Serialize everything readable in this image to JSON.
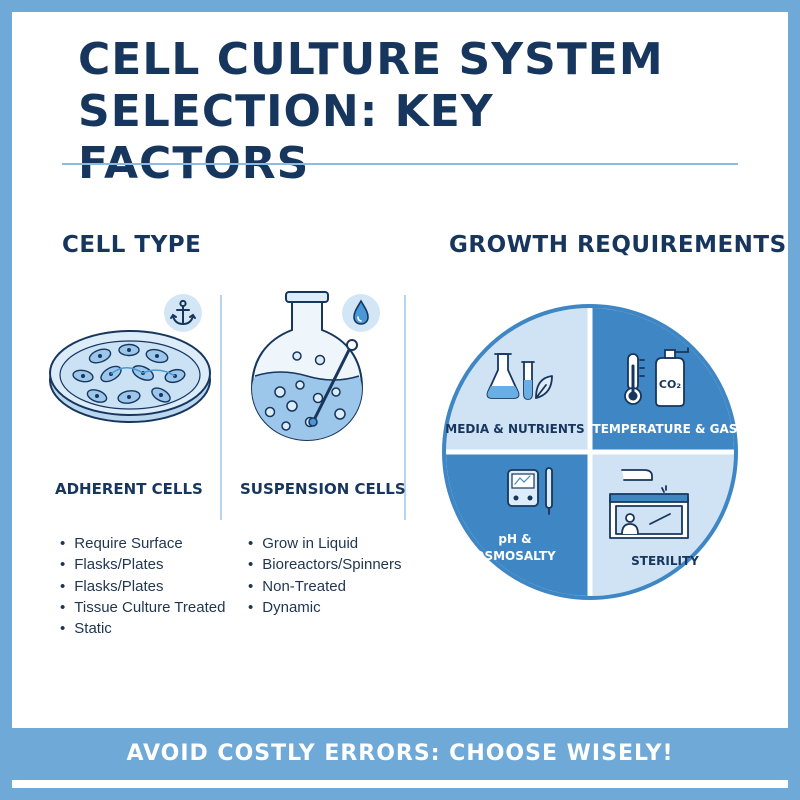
{
  "title": {
    "line1": "CELL CULTURE SYSTEM",
    "line2": "SELECTION: KEY FACTORS"
  },
  "cell_type": {
    "heading": "CELL TYPE",
    "adherent": {
      "label": "ADHERENT CELLS",
      "icon": "anchor-icon",
      "bullets": [
        "Require Surface",
        "Flasks/Plates",
        "Flasks/Plates",
        "Tissue Culture Treated",
        "Static"
      ]
    },
    "suspension": {
      "label": "SUSPENSION CELLS",
      "icon": "droplet-icon",
      "bullets": [
        "Grow in Liquid",
        "Bioreactors/Spinners",
        "Non-Treated",
        "Dynamic"
      ]
    }
  },
  "growth": {
    "heading": "GROWTH REQUIREMENTS",
    "quadrants": [
      {
        "label": "MEDIA & NUTRIENTS",
        "icon": "flask-leaf-icon"
      },
      {
        "label": "TEMPERATURE & GAS",
        "icon": "thermometer-co2-icon",
        "gas": "CO₂"
      },
      {
        "label_line1": "pH &",
        "label_line2": "OSMOSALTY",
        "icon": "ph-meter-icon"
      },
      {
        "label": "STERILITY",
        "icon": "biosafety-cabinet-icon"
      }
    ]
  },
  "footer": {
    "text": "AVOID COSTLY ERRORS: CHOOSE WISELY!"
  },
  "colors": {
    "navy": "#17365d",
    "blue": "#3f87c4",
    "light_blue": "#cfe3f4",
    "frame": "#6fa9d8"
  }
}
